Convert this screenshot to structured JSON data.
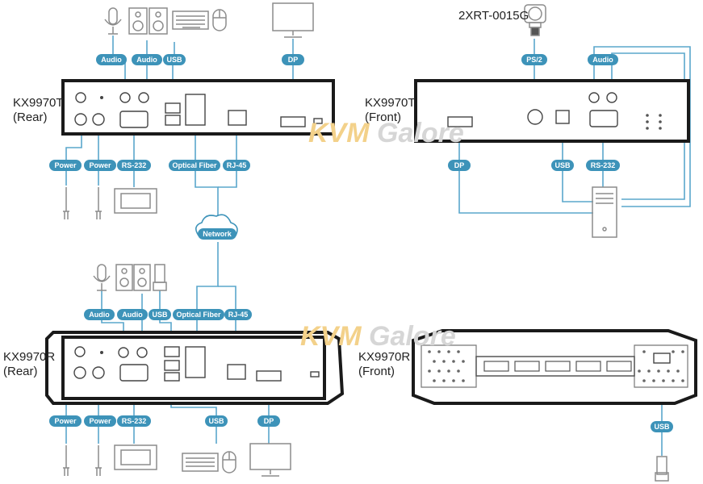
{
  "devices": {
    "tx_rear": {
      "name": "KX9970T",
      "view": "(Rear)"
    },
    "tx_front": {
      "name": "KX9970T",
      "view": "(Front)"
    },
    "rx_rear": {
      "name": "KX9970R",
      "view": "(Rear)"
    },
    "rx_front": {
      "name": "KX9970R",
      "view": "(Front)"
    }
  },
  "accessory": {
    "name": "2XRT-0015G"
  },
  "watermark": {
    "brand": "KVMGalore"
  },
  "tags": {
    "audio": "Audio",
    "usb": "USB",
    "dp": "DP",
    "power": "Power",
    "rs232": "RS-232",
    "optical_fiber": "Optical Fiber",
    "rj45": "RJ-45",
    "network": "Network",
    "ps2": "PS/2"
  },
  "colors": {
    "wire": "#5aa7cc",
    "tag_border": "#3d93b9",
    "tag_fill": "#3d93b9",
    "device_body": "#1a1a1a",
    "watermark_kvm": "#f3d18a",
    "watermark_galore": "#d6d6d6"
  },
  "icons": [
    "microphone-icon",
    "speaker-icon",
    "keyboard-icon",
    "mouse-icon",
    "monitor-icon",
    "tablet-icon",
    "power-plug-icon",
    "usb-drive-icon",
    "pc-tower-icon",
    "cloud-icon",
    "joystick-icon"
  ]
}
